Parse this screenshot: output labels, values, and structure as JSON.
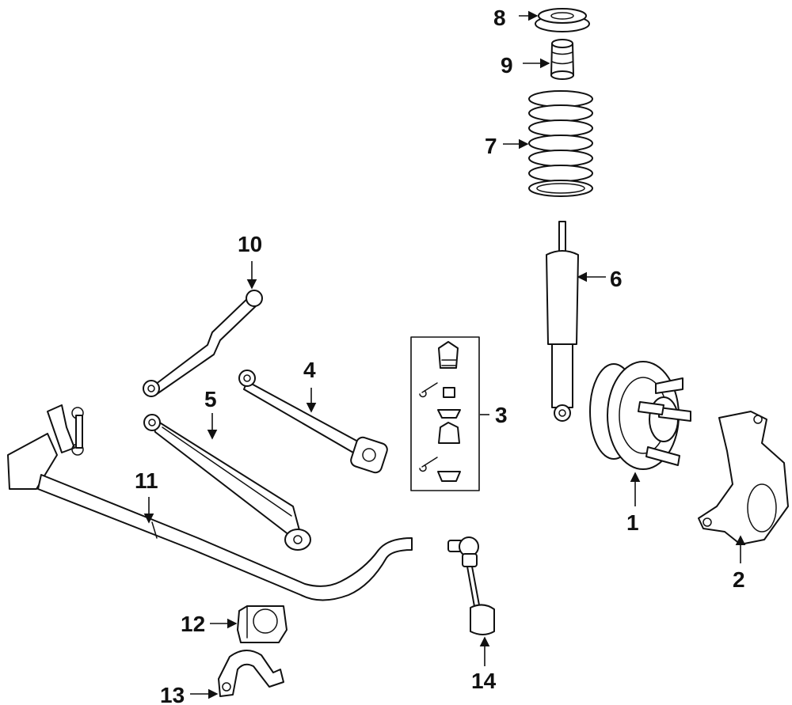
{
  "callouts": [
    {
      "id": "hub-bearing",
      "label": "1"
    },
    {
      "id": "knuckle",
      "label": "2"
    },
    {
      "id": "ball-joint-kit",
      "label": "3"
    },
    {
      "id": "upper-control-arm",
      "label": "4"
    },
    {
      "id": "lower-control-arm",
      "label": "5"
    },
    {
      "id": "shock-absorber",
      "label": "6"
    },
    {
      "id": "coil-spring",
      "label": "7"
    },
    {
      "id": "spring-seat",
      "label": "8"
    },
    {
      "id": "bump-stop",
      "label": "9"
    },
    {
      "id": "track-bar",
      "label": "10"
    },
    {
      "id": "stabilizer-bar",
      "label": "11"
    },
    {
      "id": "bar-bushing",
      "label": "12"
    },
    {
      "id": "bushing-bracket",
      "label": "13"
    },
    {
      "id": "stabilizer-link",
      "label": "14"
    }
  ]
}
